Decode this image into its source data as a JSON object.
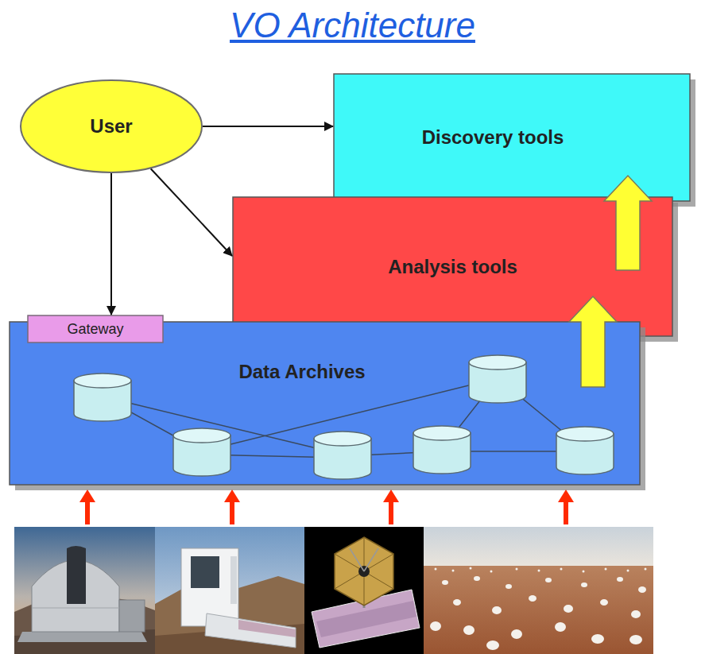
{
  "diagram": {
    "title": "VO Architecture",
    "nodes": [
      {
        "text": [
          "User"
        ]
      },
      {
        "text": [
          "Discovery tools"
        ]
      },
      {
        "text": [
          "Analysis tools"
        ]
      },
      {
        "text": [
          "Data Archives"
        ]
      },
      {
        "text": [
          "Gateway"
        ],
        "in": 3
      }
    ],
    "edges": [
      {
        "from": 0,
        "to": 1,
        "arrow": "to"
      },
      {
        "from": 0,
        "to": 2,
        "arrow": "to"
      },
      {
        "from": 0,
        "to": 4,
        "arrow": "to"
      },
      {
        "from": 3,
        "to": 2,
        "arrow": "to"
      },
      {
        "from": 2,
        "to": 1,
        "arrow": "to"
      }
    ]
  }
}
